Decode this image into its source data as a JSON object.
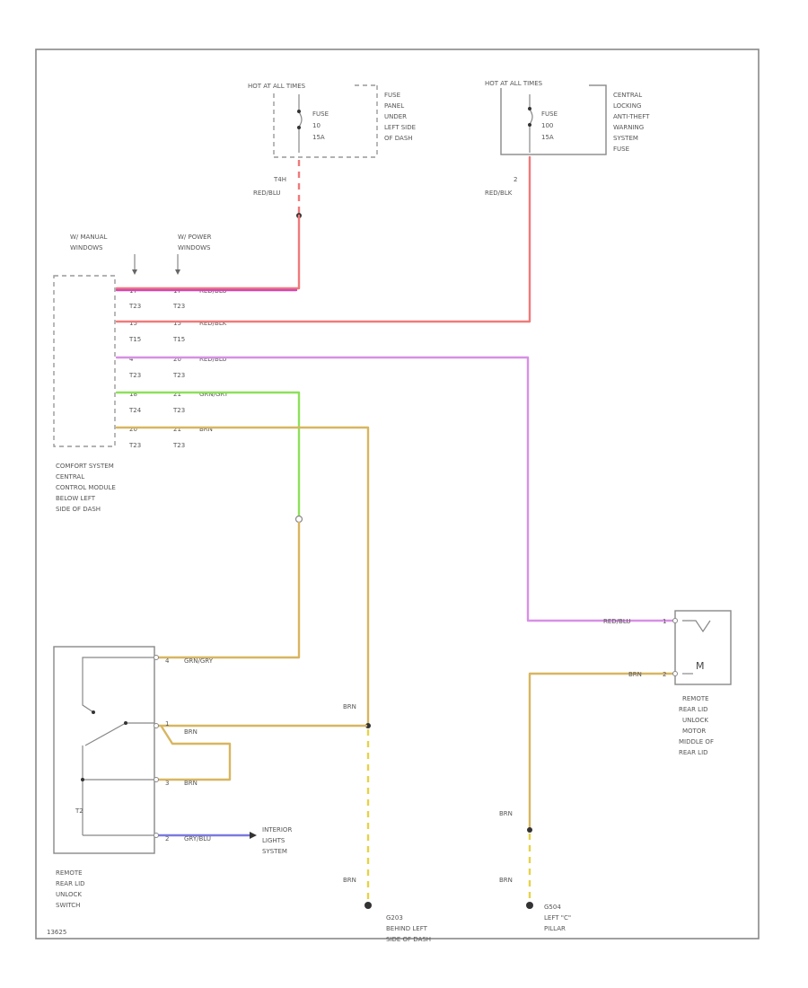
{
  "colors": {
    "red": "#f07a7a",
    "pink": "#d048b4",
    "violet": "#d890e6",
    "green": "#8ce05a",
    "tan": "#d8b660",
    "blue": "#7a7ae0",
    "yellow": "#e6d24a"
  },
  "fuse_panel": {
    "hot_label": "HOT AT ALL TIMES",
    "fuse_label": "FUSE",
    "fuse_number": "10",
    "fuse_amps": "15A",
    "location": [
      "FUSE",
      "PANEL",
      "UNDER",
      "LEFT SIDE",
      "OF DASH"
    ],
    "terminal": "T4H",
    "wire": "RED/BLU"
  },
  "antitheft_fuse": {
    "hot_label": "HOT AT ALL TIMES",
    "fuse_label": "FUSE",
    "fuse_number": "100",
    "fuse_amps": "15A",
    "location": [
      "CENTRAL",
      "LOCKING",
      "ANTI-THEFT",
      "WARNING",
      "SYSTEM",
      "FUSE"
    ],
    "terminal": "2",
    "wire": "RED/BLK"
  },
  "notes": {
    "manual": [
      "W/ MANUAL",
      "WINDOWS"
    ],
    "power": [
      "W/ POWER",
      "WINDOWS"
    ]
  },
  "module": {
    "label": [
      "COMFORT SYSTEM",
      "CENTRAL",
      "CONTROL MODULE",
      "BELOW LEFT",
      "SIDE OF DASH"
    ],
    "rows": [
      {
        "pin_a": "17",
        "conn_a": "T23",
        "pin_b": "17",
        "conn_b": "T23",
        "wire": "RED/BLU"
      },
      {
        "pin_a": "15",
        "conn_a": "T15",
        "pin_b": "15",
        "conn_b": "T15",
        "wire": "RED/BLK"
      },
      {
        "pin_a": "4",
        "conn_a": "T23",
        "pin_b": "20",
        "conn_b": "T23",
        "wire": "RED/BLU"
      },
      {
        "pin_a": "18",
        "conn_a": "T24",
        "pin_b": "21",
        "conn_b": "T23",
        "wire": "GRN/GRY"
      },
      {
        "pin_a": "20",
        "conn_a": "T23",
        "pin_b": "21",
        "conn_b": "T23",
        "wire": "BRN"
      }
    ]
  },
  "switch": {
    "label": [
      "REMOTE",
      "REAR LID",
      "UNLOCK",
      "SWITCH"
    ],
    "pins": [
      {
        "pin": "4",
        "wire": "GRN/GRY"
      },
      {
        "pin": "1",
        "wire": "BRN"
      },
      {
        "pin": "3",
        "wire": "BRN"
      },
      {
        "pin": "2",
        "wire": "GRY/BLU"
      }
    ],
    "internal_label": "T2"
  },
  "interior": [
    "INTERIOR",
    "LIGHTS",
    "SYSTEM"
  ],
  "motor": {
    "label": [
      "REMOTE",
      "REAR LID",
      "UNLOCK",
      "MOTOR",
      "MIDDLE OF",
      "REAR LID"
    ],
    "pins": [
      {
        "pin": "1",
        "wire": "RED/BLU"
      },
      {
        "pin": "2",
        "wire": "BRN"
      }
    ]
  },
  "ground_left": {
    "wire_top": "BRN",
    "wire_bottom": "BRN",
    "label": [
      "G203",
      "BEHIND LEFT",
      "SIDE OF DASH"
    ]
  },
  "ground_right": {
    "wire_top": "BRN",
    "wire_bottom": "BRN",
    "label": [
      "G504",
      "LEFT \"C\"",
      "PILLAR"
    ]
  },
  "footer": "13625"
}
